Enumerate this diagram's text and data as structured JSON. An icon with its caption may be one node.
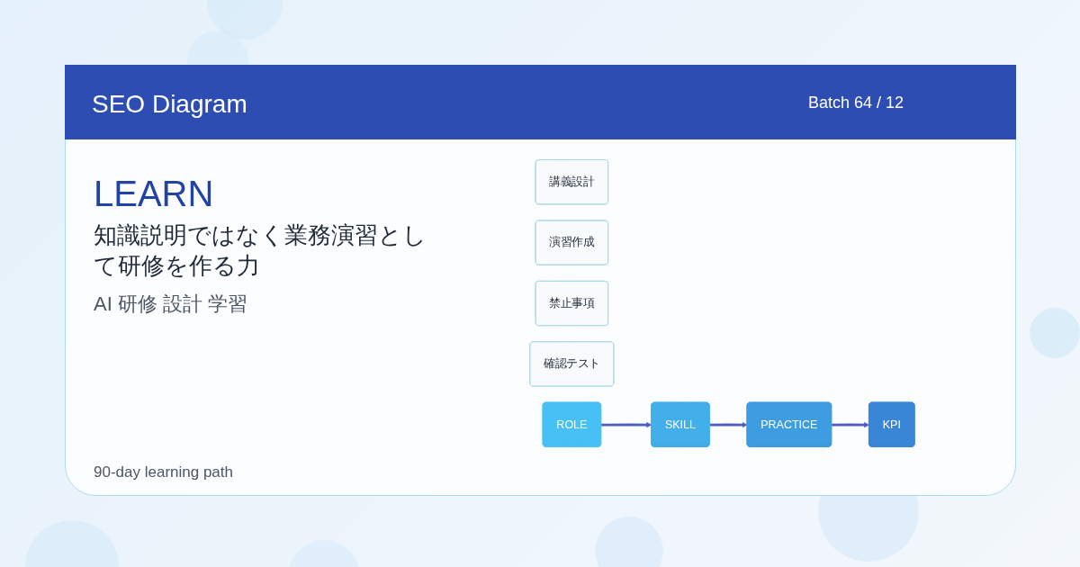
{
  "diagram": {
    "title": "SEO Diagram",
    "nodes": [
      {
        "text": [
          "講義設計"
        ]
      },
      {
        "text": [
          "演習作成"
        ]
      },
      {
        "text": [
          "禁止事項"
        ]
      },
      {
        "text": [
          "確認テスト"
        ]
      },
      {
        "text": [
          "ROLE"
        ]
      },
      {
        "text": [
          "SKILL"
        ]
      },
      {
        "text": [
          "PRACTICE"
        ]
      },
      {
        "text": [
          "KPI"
        ]
      }
    ],
    "edges": [
      {
        "from": 4,
        "to": 5,
        "arrow": "to"
      },
      {
        "from": 5,
        "to": 6,
        "arrow": "to"
      },
      {
        "from": 6,
        "to": 7,
        "arrow": "to"
      }
    ],
    "labels": [
      "Batch 64 / 12",
      "LEARN",
      "知識説明ではなく業務演習として研修を作る力",
      "AI 研修 設計 学習",
      "90-day learning path"
    ]
  }
}
